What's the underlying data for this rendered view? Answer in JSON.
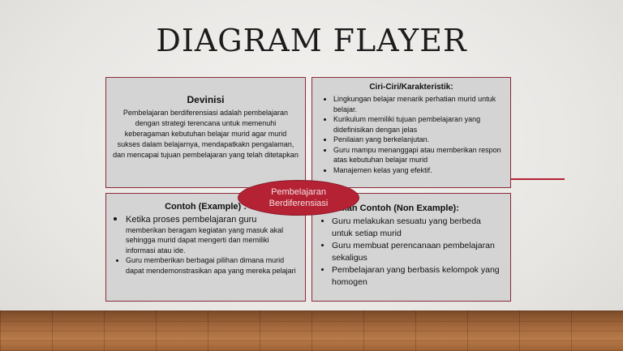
{
  "title": "DIAGRAM FLAYER",
  "center_label_line1": "Pembelajaran",
  "center_label_line2": "Berdiferensiasi",
  "definition": {
    "heading": "Devinisi",
    "text": "Pembelajaran berdiferensiasi adalah pembelajaran dengan strategi terencana untuk memenuhi keberagaman kebutuhan belajar murid agar murid sukses dalam belajarnya, mendapatkakn pengalaman, dan mencapai tujuan pembelajaran yang telah ditetapkan"
  },
  "characteristics": {
    "heading": "Ciri-Ciri/Karakteristik:",
    "items": [
      "Lingkungan belajar menarik perhatian murid untuk belajar.",
      "Kurikulum memiliki tujuan pembelajaran yang didefinisikan dengan jelas",
      "Penilaian yang berkelanjutan.",
      "Guru mampu menanggapi atau memberikan respon atas kebutuhan belajar murid",
      "Manajemen kelas yang efektif."
    ]
  },
  "examples": {
    "heading": "Contoh (Example) :",
    "item1_line1": "Ketika proses pembelajaran guru",
    "item1_rest": "memberikan beragam kegiatan yang masuk akal sehingga murid dapat mengerti dan memiliki informasi atau ide.",
    "item2": "Guru memberikan berbagai pilihan dimana murid dapat mendemonstrasikan apa yang mereka pelajari"
  },
  "non_examples": {
    "heading": "Bukan Contoh (Non Example):",
    "items": [
      "Guru melakukan sesuatu yang berbeda untuk setiap murid",
      "Guru membuat perencanaan pembelajaran sekaligus",
      "Pembelajaran yang berbasis kelompok yang homogen"
    ]
  },
  "colors": {
    "accent": "#b42233",
    "box_fill": "#d4d4d4",
    "box_border": "#8b2a3a"
  }
}
